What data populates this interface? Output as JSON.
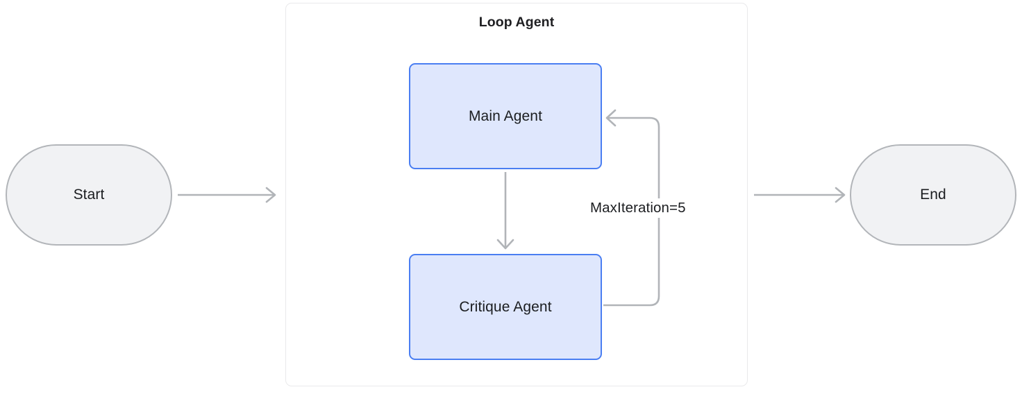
{
  "diagram": {
    "title": "Loop Agent",
    "nodes": {
      "start": {
        "label": "Start",
        "shape": "stadium"
      },
      "main_agent": {
        "label": "Main Agent",
        "shape": "rounded-rect"
      },
      "critique_agent": {
        "label": "Critique Agent",
        "shape": "rounded-rect"
      },
      "end": {
        "label": "End",
        "shape": "stadium"
      }
    },
    "edges": {
      "start_to_loop": {
        "label": "",
        "from": "start",
        "to": "loop-agent"
      },
      "main_to_critique": {
        "label": "",
        "from": "main_agent",
        "to": "critique_agent"
      },
      "critique_to_main": {
        "label": "MaxIteration=5",
        "from": "critique_agent",
        "to": "main_agent"
      },
      "loop_to_end": {
        "label": "",
        "from": "loop-agent",
        "to": "end"
      }
    },
    "colors": {
      "agent_border": "#4a7ef2",
      "agent_fill": "#dfe7fd",
      "terminal_border": "#b2b5b9",
      "terminal_fill": "#f1f2f4",
      "edge": "#b1b4b8",
      "container_border": "#e9e9eb",
      "text": "#1b1d20",
      "title_text": "#1f1f22",
      "background": "#ffffff"
    }
  }
}
